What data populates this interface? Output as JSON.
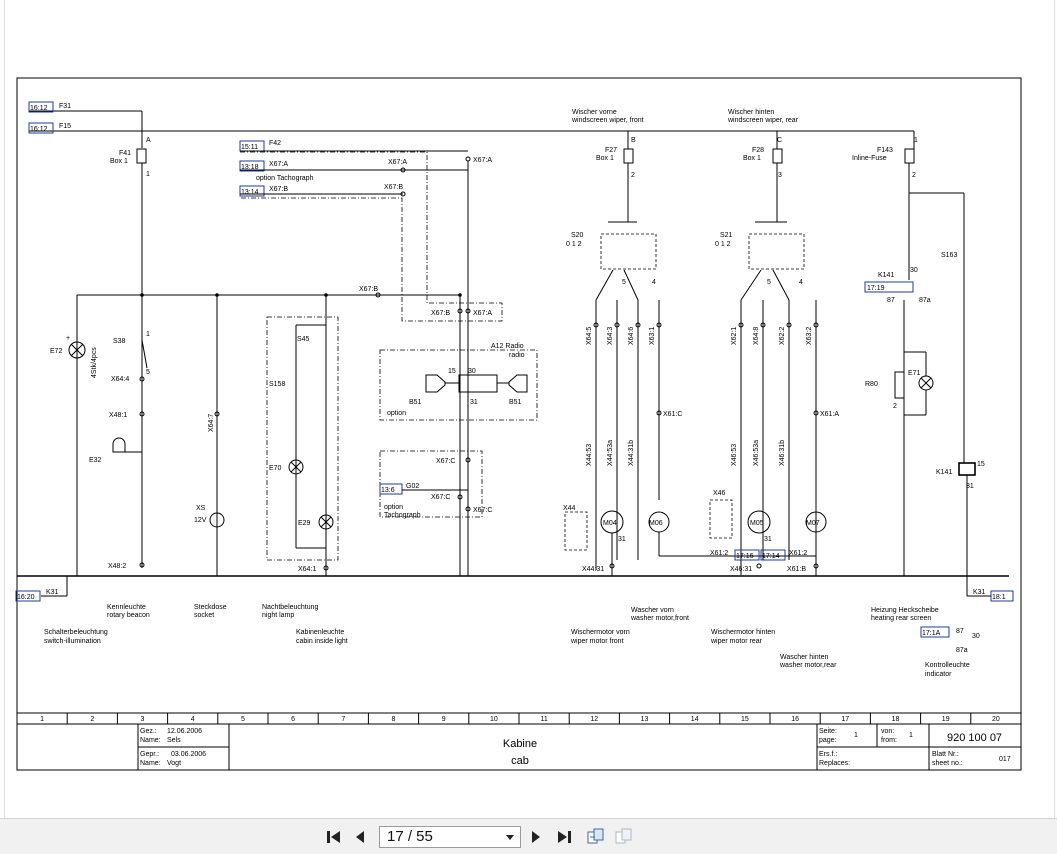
{
  "refs": {
    "r1612a": "16:12",
    "r1612b": "16:12",
    "r1511": "15:11",
    "r1318": "13:18",
    "r1314": "13:14",
    "r1719": "17:19",
    "r1716": "17:16",
    "r1714": "17:14",
    "r136": "13:6",
    "r1620": "16:20",
    "r181": "18:1",
    "r171a": "17:1A"
  },
  "labels": {
    "F31": "F31",
    "F15": "F15",
    "F42": "F42",
    "X67A_1": "X67:A",
    "X67A_2": "X67:A",
    "X67A_3": "X67:A",
    "X67B_1": "X67:B",
    "X67B_2": "X67:B",
    "X67B_3": "X67:B",
    "X67B_4": "X67:B",
    "opt_tacho": "option Tachograph",
    "F41": "F41",
    "box1a": "Box 1",
    "A": "A",
    "pin1a": "1",
    "F27": "F27",
    "box1b": "Box 1",
    "B": "B",
    "pin2b": "2",
    "F28": "F28",
    "box1c": "Box 1",
    "C": "C",
    "pin3c": "3",
    "F143": "F143",
    "inline": "Inline-Fuse",
    "pin1f": "1",
    "pin2f": "2",
    "wv_de": "Wischer vorne",
    "wv_en": "windscreen wiper, front",
    "wh_de": "Wischer hinten",
    "wh_en": "windscreen wiper, rear",
    "E72": "E72",
    "stk": "4Stk/4pcs",
    "S38": "S38",
    "X64_4": "X64:4",
    "X48_1": "X48:1",
    "E32": "E32",
    "X48_2": "X48:2",
    "X64_7": "X64:7",
    "XS": "XS",
    "v12": "12V",
    "S45": "S45",
    "S158": "S158",
    "E70": "E70",
    "E29": "E29",
    "X64_1": "X64:1",
    "A12": "A12 Radio",
    "radio": "radio",
    "B51a": "B51",
    "B51b": "B51",
    "option": "option",
    "p15": "15",
    "p30": "30",
    "p31": "31",
    "X67C_1": "X67:C",
    "X67C_2": "X67:C",
    "X67C_3": "X67:C",
    "G02": "G02",
    "opt2": "option",
    "tacho2": "Tachograph",
    "S20": "S20",
    "s20pos": "0  1  2",
    "S21": "S21",
    "s21pos": "0  1  2",
    "X64_5": "X64:5",
    "X64_3": "X64:3",
    "X64_6": "X64:6",
    "X63_1": "X63:1",
    "X62_1": "X62:1",
    "X62_2": "X62:2",
    "X64_8": "X64:8",
    "X63_2": "X63:2",
    "X61_C": "X61:C",
    "X61_A": "X61:A",
    "X44_53": "X44:53",
    "X44_53a": "X44:53a",
    "X44_31b": "X44:31b",
    "X46_53": "X46:53",
    "X46_53a": "X46:53a",
    "X46_31b": "X46:31b",
    "X44": "X44",
    "X46": "X46",
    "M04": "M04",
    "M06": "M06",
    "M05": "M05",
    "M07": "M07",
    "X44_31": "X44:31",
    "X46_31": "X46:31",
    "X61_2a": "X61:2",
    "X61_2b": "X61:2",
    "X61_B": "X61:B",
    "K141a": "K141",
    "K141b": "K141",
    "R80": "R80",
    "E71": "E71",
    "S163": "S163",
    "p87": "87",
    "p87a": "87a",
    "p30b": "30",
    "p15b": "15",
    "p31b": "31",
    "K31a": "K31",
    "K31b": "K31",
    "d_kenn_de": "Kennleuchte",
    "d_kenn_en": "rotary beacon",
    "d_steck_de": "Steckdose",
    "d_steck_en": "socket",
    "d_nacht_de": "Nachtbeleuchtung",
    "d_nacht_en": "night lamp",
    "d_schalt_de": "Schalterbeleuchtung",
    "d_schalt_en": "switch-illumination",
    "d_kabine_de": "Kabinenleuchte",
    "d_kabine_en": "cabin inside light",
    "d_wasch_de": "Wascher vorn",
    "d_wasch_en": "washer motor,front",
    "d_wmv_de": "Wischermotor vorn",
    "d_wmv_en": "wiper motor front",
    "d_wmh_de": "Wischermotor hinten",
    "d_wmh_en": "wiper motor rear",
    "d_wash2_de": "Wascher hinten",
    "d_wash2_en": "washer motor,rear",
    "d_heiz_de": "Heizung Heckscheibe",
    "d_heiz_en": "heating rear screen",
    "d_kontr_de": "Kontrolleuchte",
    "d_kontr_en": "indicator",
    "k87": "87",
    "k30": "30",
    "k87a": "87a"
  },
  "columns": [
    "1",
    "2",
    "3",
    "4",
    "5",
    "6",
    "7",
    "8",
    "9",
    "10",
    "11",
    "12",
    "13",
    "14",
    "15",
    "16",
    "17",
    "18",
    "19",
    "20"
  ],
  "title_block": {
    "gez_label": "Gez.:",
    "gez_date": "12.06.2006",
    "name1_label": "Name:",
    "name1": "Sels",
    "gepr_label": "Gepr.:",
    "gepr_date": "03.06.2006",
    "name2_label": "Name:",
    "name2": "Vogt",
    "title_de": "Kabine",
    "title_en": "cab",
    "seite_label": "Seite:",
    "seite_value": "1",
    "page_label": "page:",
    "von_label": "von:",
    "from_label": "from:",
    "from_value": "1",
    "drawing_no": "920 100 07",
    "ers_label": "Ers.f.:",
    "replaces_label": "Replaces:",
    "blatt_label": "Blatt Nr.:",
    "sheet_label": "sheet no.:",
    "sheet_value": "017"
  },
  "viewer": {
    "page_display": "17 / 55"
  },
  "icons": {
    "first": "first-page-icon",
    "prev": "prev-page-icon",
    "next": "next-page-icon",
    "last": "last-page-icon",
    "fit": "fit-page-icon",
    "facing": "facing-pages-icon"
  }
}
